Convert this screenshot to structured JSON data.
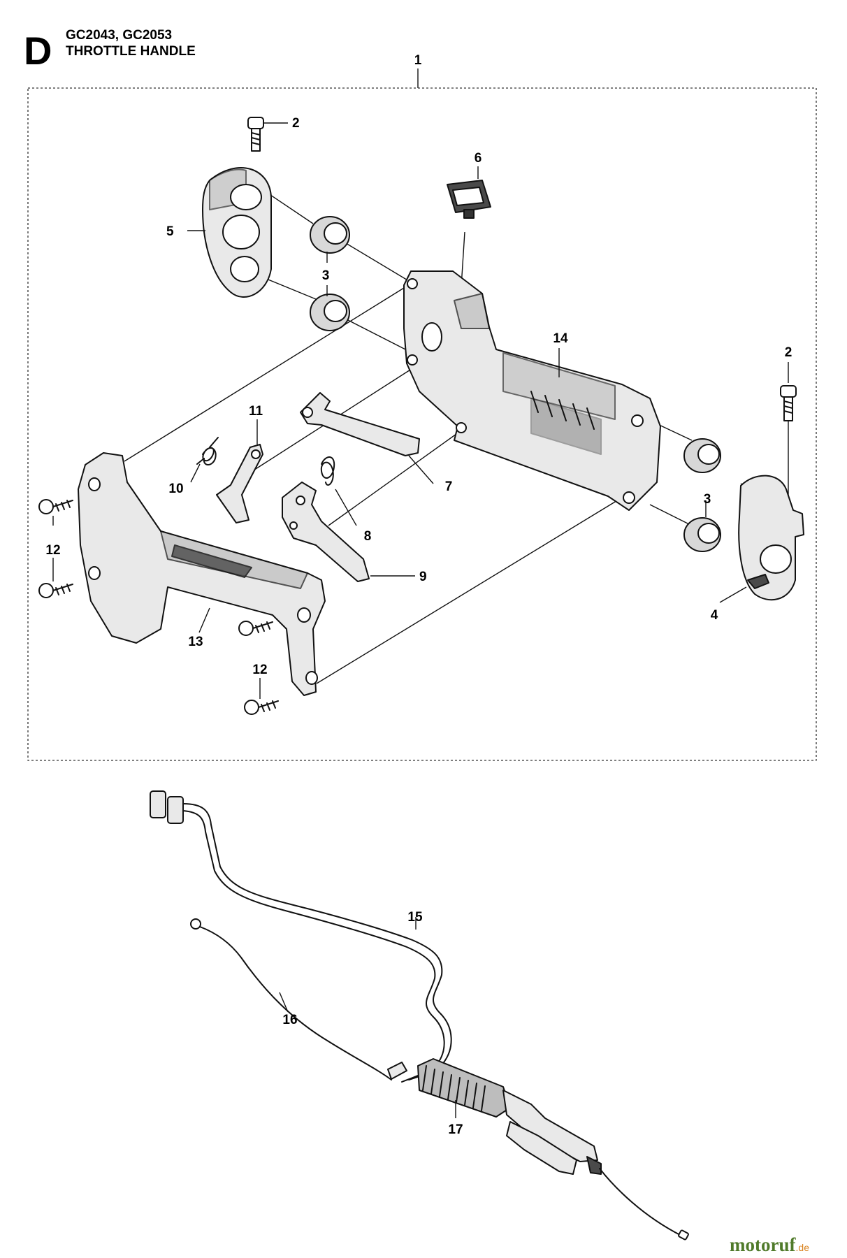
{
  "header": {
    "section_letter": "D",
    "models": "GC2043, GC2053",
    "title": "THROTTLE HANDLE"
  },
  "callouts": {
    "c1": "1",
    "c2a": "2",
    "c2b": "2",
    "c3a": "3",
    "c3b": "3",
    "c4": "4",
    "c5": "5",
    "c6": "6",
    "c7": "7",
    "c8": "8",
    "c9": "9",
    "c10": "10",
    "c11": "11",
    "c12a": "12",
    "c12b": "12",
    "c13": "13",
    "c14": "14",
    "c15": "15",
    "c16": "16",
    "c17": "17"
  },
  "watermark": {
    "brand": "motoruf",
    "suffix": ".de"
  },
  "colors": {
    "ink": "#111111",
    "light_fill": "#e9e9e9",
    "mid_fill": "#bdbdbd",
    "dark_fill": "#4a4a4a",
    "watermark_green": "#4f7a2a",
    "watermark_orange": "#d9821e"
  }
}
